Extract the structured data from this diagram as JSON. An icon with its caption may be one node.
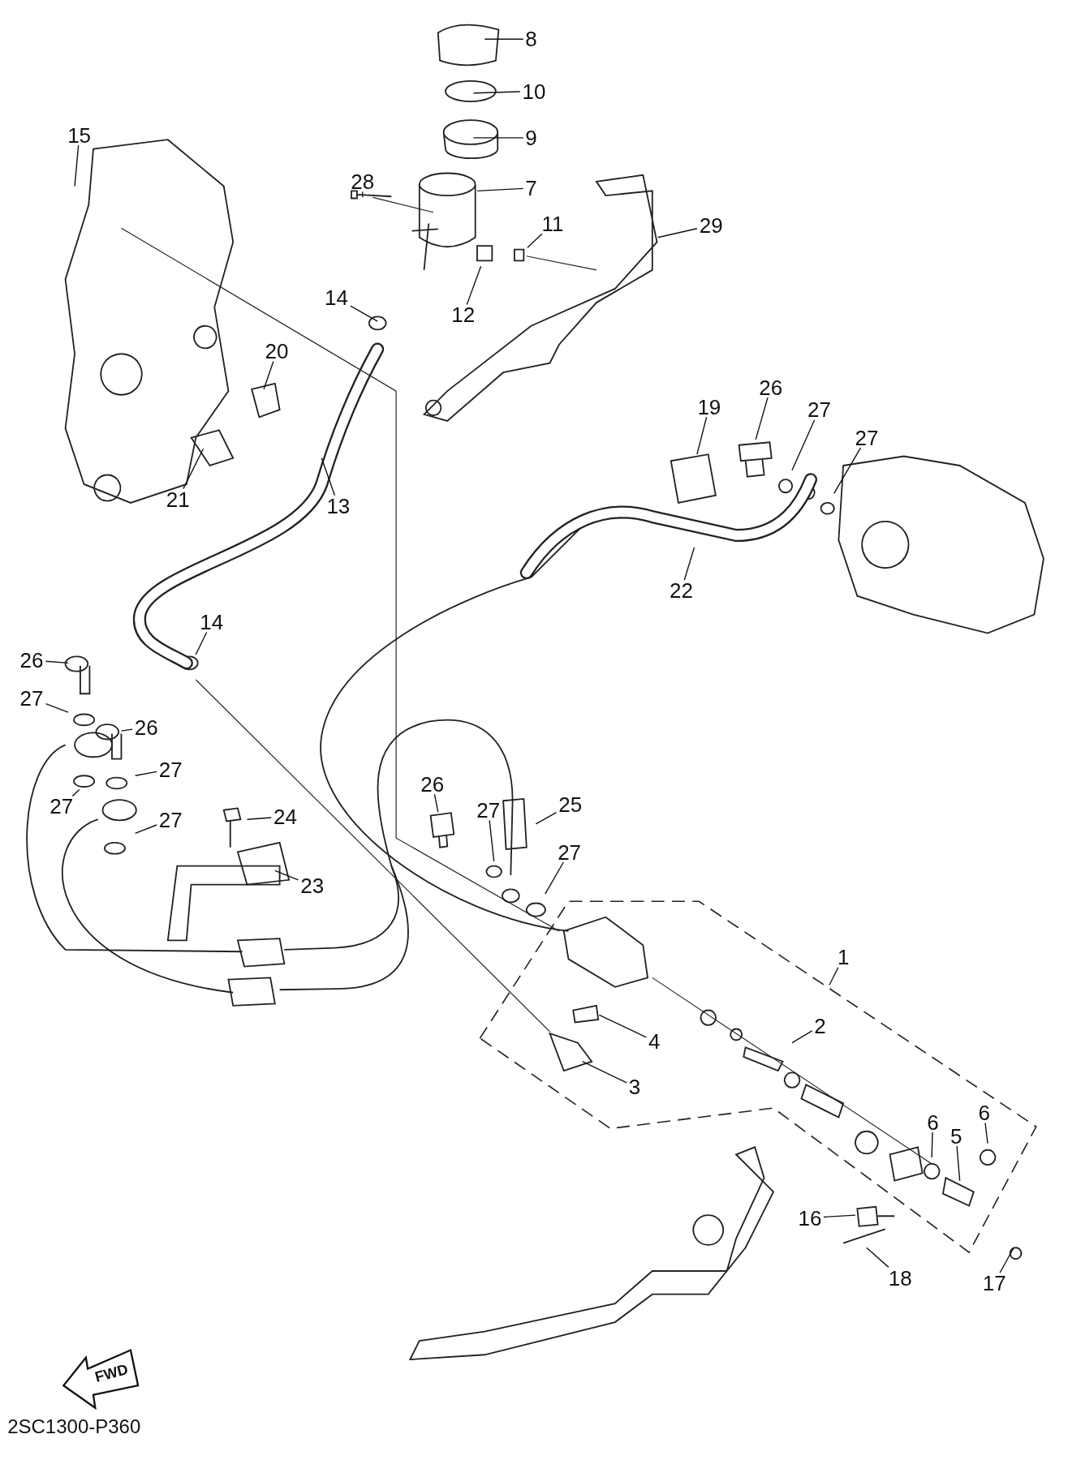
{
  "diagram": {
    "nodes": [
      {
        "text": [
          "8"
        ]
      },
      {
        "text": [
          "10"
        ]
      },
      {
        "text": [
          "9"
        ]
      },
      {
        "text": [
          "15"
        ]
      },
      {
        "text": [
          "28"
        ]
      },
      {
        "text": [
          "7"
        ]
      },
      {
        "text": [
          "11"
        ]
      },
      {
        "text": [
          "29"
        ]
      },
      {
        "text": [
          "14"
        ]
      },
      {
        "text": [
          "12"
        ]
      },
      {
        "text": [
          "20"
        ]
      },
      {
        "text": [
          "19"
        ]
      },
      {
        "text": [
          "26"
        ]
      },
      {
        "text": [
          "27"
        ]
      },
      {
        "text": [
          "27"
        ]
      },
      {
        "text": [
          "21"
        ]
      },
      {
        "text": [
          "13"
        ]
      },
      {
        "text": [
          "22"
        ]
      },
      {
        "text": [
          "14"
        ]
      },
      {
        "text": [
          "26"
        ]
      },
      {
        "text": [
          "27"
        ]
      },
      {
        "text": [
          "26"
        ]
      },
      {
        "text": [
          "27"
        ]
      },
      {
        "text": [
          "27"
        ]
      },
      {
        "text": [
          "27"
        ]
      },
      {
        "text": [
          "25"
        ]
      },
      {
        "text": [
          "27"
        ]
      },
      {
        "text": [
          "27"
        ]
      },
      {
        "text": [
          "24"
        ]
      },
      {
        "text": [
          "26"
        ]
      },
      {
        "text": [
          "23"
        ]
      },
      {
        "text": [
          "1"
        ]
      },
      {
        "text": [
          "2"
        ]
      },
      {
        "text": [
          "4"
        ]
      },
      {
        "text": [
          "3"
        ]
      },
      {
        "text": [
          "6"
        ]
      },
      {
        "text": [
          "6"
        ]
      },
      {
        "text": [
          "5"
        ]
      },
      {
        "text": [
          "16"
        ]
      },
      {
        "text": [
          "18"
        ]
      },
      {
        "text": [
          "17"
        ]
      }
    ],
    "edges": [
      {
        "from": 0,
        "to": null,
        "arrow": "none"
      },
      {
        "from": 1,
        "to": null,
        "arrow": "none"
      },
      {
        "from": 2,
        "to": null,
        "arrow": "none"
      },
      {
        "from": 3,
        "to": null,
        "arrow": "none"
      },
      {
        "from": 4,
        "to": null,
        "arrow": "none"
      },
      {
        "from": 5,
        "to": null,
        "arrow": "none"
      },
      {
        "from": 6,
        "to": null,
        "arrow": "none"
      },
      {
        "from": 7,
        "to": null,
        "arrow": "none"
      },
      {
        "from": 8,
        "to": null,
        "arrow": "none"
      },
      {
        "from": 9,
        "to": null,
        "arrow": "none"
      },
      {
        "from": 10,
        "to": null,
        "arrow": "none"
      },
      {
        "from": 11,
        "to": null,
        "arrow": "none"
      },
      {
        "from": 12,
        "to": null,
        "arrow": "none"
      },
      {
        "from": 13,
        "to": null,
        "arrow": "none"
      },
      {
        "from": 14,
        "to": null,
        "arrow": "none"
      },
      {
        "from": 15,
        "to": null,
        "arrow": "none"
      },
      {
        "from": 16,
        "to": null,
        "arrow": "none"
      },
      {
        "from": 17,
        "to": null,
        "arrow": "none"
      },
      {
        "from": 18,
        "to": null,
        "arrow": "none"
      },
      {
        "from": 19,
        "to": null,
        "arrow": "none"
      },
      {
        "from": 20,
        "to": null,
        "arrow": "none"
      },
      {
        "from": 21,
        "to": null,
        "arrow": "none"
      },
      {
        "from": 22,
        "to": null,
        "arrow": "none"
      },
      {
        "from": 23,
        "to": null,
        "arrow": "none"
      },
      {
        "from": 24,
        "to": null,
        "arrow": "none"
      },
      {
        "from": 25,
        "to": null,
        "arrow": "none"
      },
      {
        "from": 26,
        "to": null,
        "arrow": "none"
      },
      {
        "from": 27,
        "to": null,
        "arrow": "none"
      },
      {
        "from": 28,
        "to": null,
        "arrow": "none"
      },
      {
        "from": 29,
        "to": null,
        "arrow": "none"
      },
      {
        "from": 30,
        "to": null,
        "arrow": "none"
      },
      {
        "from": 31,
        "to": null,
        "arrow": "none"
      },
      {
        "from": 32,
        "to": null,
        "arrow": "none"
      },
      {
        "from": 33,
        "to": null,
        "arrow": "none"
      },
      {
        "from": 34,
        "to": null,
        "arrow": "none"
      },
      {
        "from": 35,
        "to": null,
        "arrow": "none"
      },
      {
        "from": 36,
        "to": null,
        "arrow": "none"
      },
      {
        "from": 37,
        "to": null,
        "arrow": "none"
      },
      {
        "from": 38,
        "to": null,
        "arrow": "none"
      },
      {
        "from": 39,
        "to": null,
        "arrow": "none"
      },
      {
        "from": 40,
        "to": null,
        "arrow": "none"
      }
    ],
    "labels": [
      "FWD",
      "2SC1300-P360"
    ]
  }
}
